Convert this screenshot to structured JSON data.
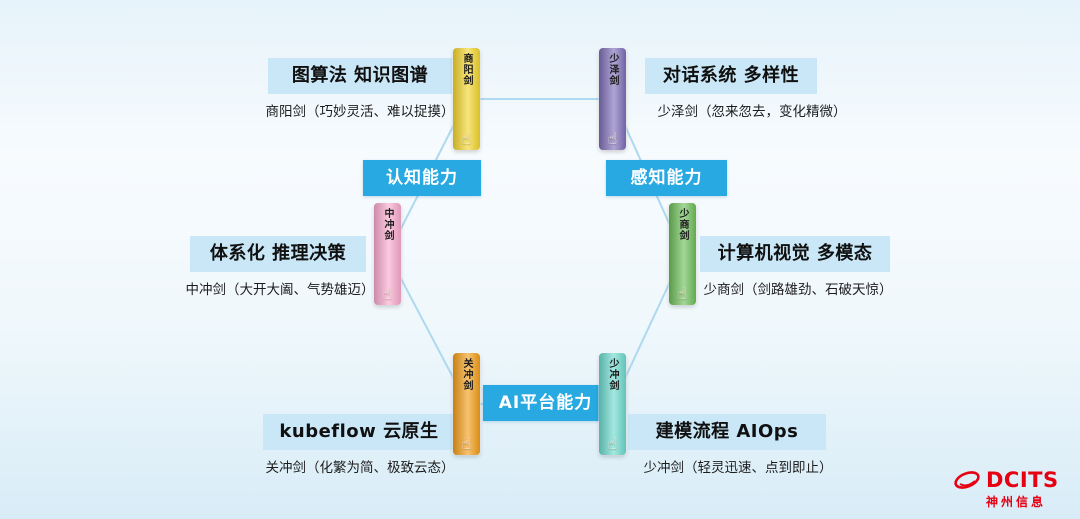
{
  "palette": {
    "category_blue": "#29a9e1",
    "title_highlight": "#c9e7f7",
    "hexagon_line": "#aed9ef",
    "logo_red": "#e60012"
  },
  "categories": {
    "cognitive": "认知能力",
    "perception": "感知能力",
    "platform": "AI平台能力"
  },
  "capabilities": [
    {
      "title": "图算法 知识图谱",
      "subtitle": "商阳剑（巧妙灵活、难以捉摸）",
      "sword": {
        "name": "商阳剑",
        "color": "#f2d52c"
      }
    },
    {
      "title": "对话系统 多样性",
      "subtitle": "少泽剑（忽来忽去，变化精微）",
      "sword": {
        "name": "少泽剑",
        "color": "#7e6eb8"
      }
    },
    {
      "title": "体系化 推理决策",
      "subtitle": "中冲剑（大开大阖、气势雄迈）",
      "sword": {
        "name": "中冲剑",
        "color": "#f8a9cd"
      }
    },
    {
      "title": "计算机视觉 多模态",
      "subtitle": "少商剑（剑路雄劲、石破天惊）",
      "sword": {
        "name": "少商剑",
        "color": "#6cbd58"
      }
    },
    {
      "title": "kubeflow 云原生",
      "subtitle": "关冲剑（化繁为简、极致云态）",
      "sword": {
        "name": "关冲剑",
        "color": "#f29d18"
      }
    },
    {
      "title": "建模流程 AIOps",
      "subtitle": "少冲剑（轻灵迅速、点到即止）",
      "sword": {
        "name": "少冲剑",
        "color": "#6cd9cd"
      }
    }
  ],
  "icons": {
    "hand": "☝"
  },
  "logo": {
    "brand": "DCITS",
    "company": "神州信息"
  }
}
